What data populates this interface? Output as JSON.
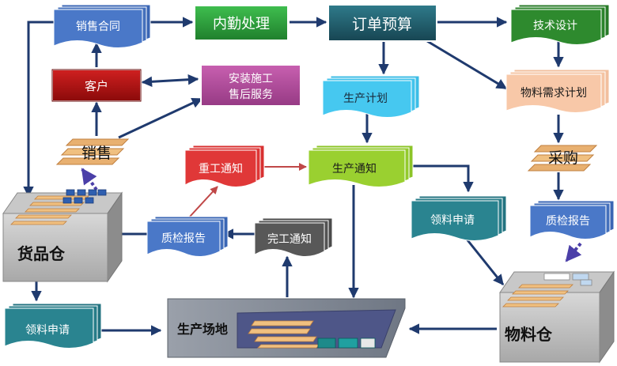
{
  "nodes": {
    "sales_contract": "销售合同",
    "internal_processing": "内勤处理",
    "order_budget": "订单预算",
    "tech_design": "技术设计",
    "customer": "客户",
    "installation_service": [
      "安装施工",
      "售后服务"
    ],
    "production_plan": "生产计划",
    "material_requirement_plan": "物料需求计划",
    "sales": "销售",
    "rework_notice": "重工通知",
    "production_notice": "生产通知",
    "purchase": "采购",
    "material_request_right": "领料申请",
    "qc_report_right": "质检报告",
    "finished_goods_warehouse": "货品仓",
    "qc_report_center": "质检报告",
    "completion_notice": "完工通知",
    "material_request_left": "领料申请",
    "production_site": "生产场地",
    "material_warehouse": "物料仓"
  },
  "colors": {
    "blue_doc": "#4a78c8",
    "green_box": "#2c9e3c",
    "teal_box": "#215f6e",
    "dark_green_doc": "#2e8a2e",
    "red_box": "#b01010",
    "magenta_box": "#b0489a",
    "cyan_doc": "#46c8f0",
    "peach_doc": "#f8c8a8",
    "light_green_doc": "#9ad030",
    "red_doc": "#e03838",
    "teal_doc": "#2a8490",
    "grey_doc": "#585858",
    "arrow": "#1f3a6e",
    "rework_arrow": "#c04848"
  }
}
